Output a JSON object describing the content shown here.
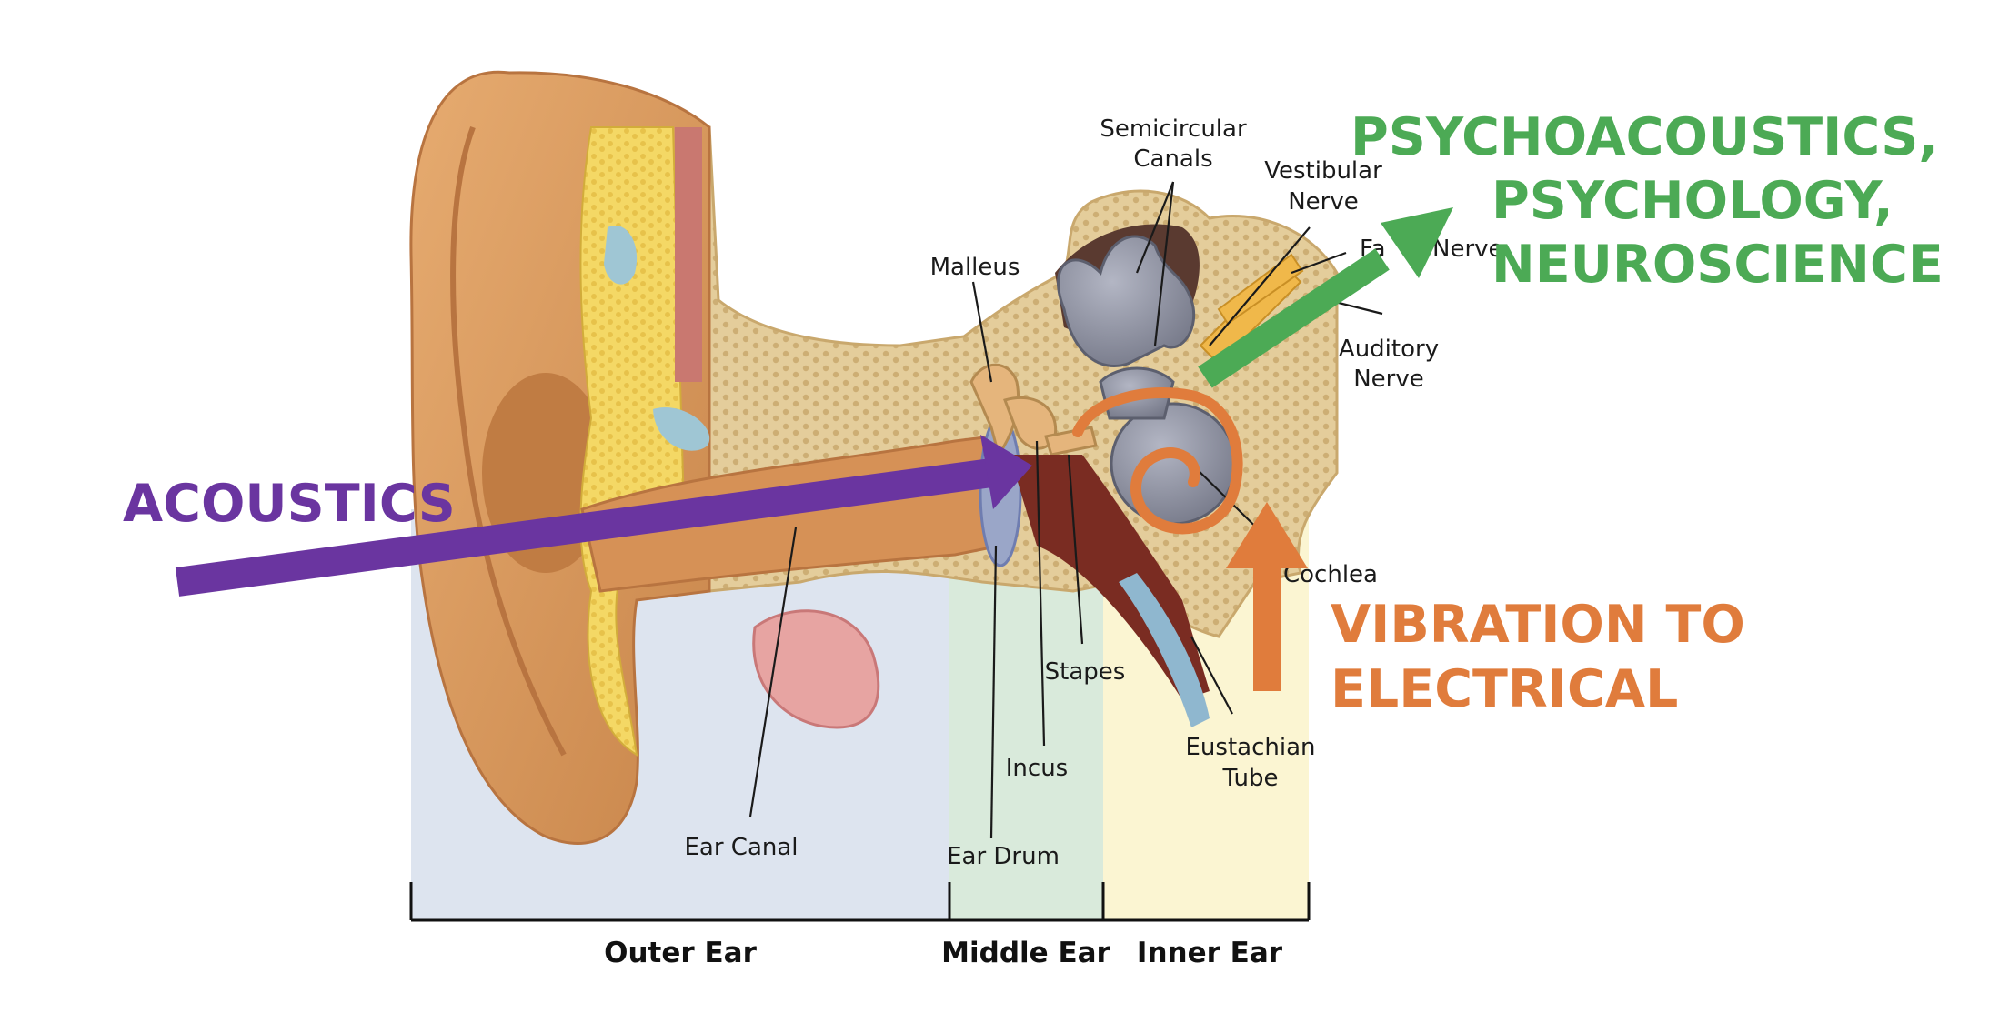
{
  "sections": {
    "outer": "Outer Ear",
    "middle": "Middle Ear",
    "inner": "Inner Ear"
  },
  "parts": {
    "semicircular_1": "Semicircular",
    "semicircular_2": "Canals",
    "vestibular_1": "Vestibular",
    "vestibular_2": "Nerve",
    "facial_1": "Fa",
    "facial_2": "Nerve",
    "malleus": "Malleus",
    "auditory_1": "Auditory",
    "auditory_2": "Nerve",
    "cochlea": "Cochlea",
    "stapes": "Stapes",
    "incus": "Incus",
    "eustachian_1": "Eustachian",
    "eustachian_2": "Tube",
    "ear_canal": "Ear Canal",
    "ear_drum": "Ear Drum"
  },
  "overlays": {
    "acoustics": "ACOUSTICS",
    "psycho_1": "PSYCHOACOUSTICS,",
    "psycho_2": "PSYCHOLOGY,",
    "psycho_3": "NEUROSCIENCE",
    "vibration_1": "VIBRATION TO",
    "vibration_2": "ELECTRICAL"
  },
  "colors": {
    "acoustics": "#6a35a0",
    "psycho": "#4caa55",
    "vibration": "#e07c3c",
    "outer_zone": "#dde4ef",
    "middle_zone": "#d9eadb",
    "inner_zone": "#fbf5d2",
    "skin": "#d99a5e",
    "cartilage": "#f2d463",
    "bone": "#e5cf9f",
    "labyrinth": "#8c8f9e"
  }
}
